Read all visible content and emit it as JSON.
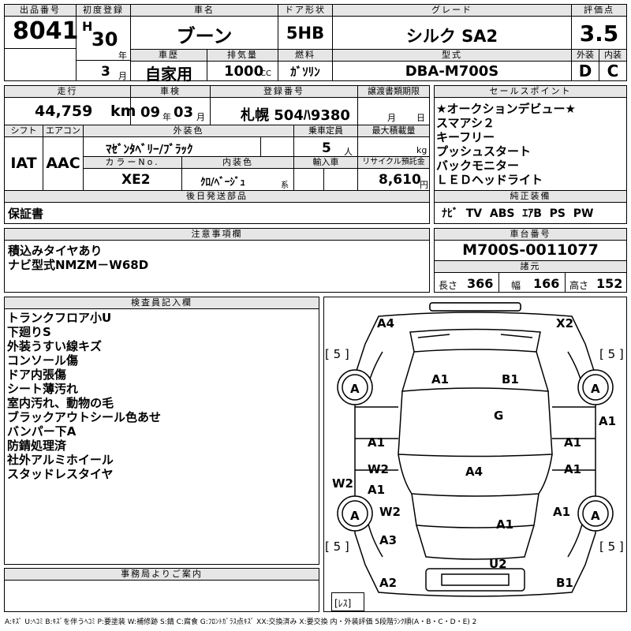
{
  "top": {
    "lot_no_label": "出品番号",
    "lot_no": "8041",
    "first_reg_label": "初度登録",
    "era": "H",
    "year": "30",
    "year_unit": "年",
    "month": "3",
    "month_unit": "月",
    "car_name_label": "車名",
    "car_name": "ブーン",
    "door_label": "ドア形状",
    "door": "5HB",
    "grade_label": "グレード",
    "grade": "シルク SA2",
    "score_label": "評価点",
    "score": "3.5",
    "history_label": "車歴",
    "history": "自家用",
    "displacement_label": "排気量",
    "displacement": "1000",
    "cc": "CC",
    "fuel_label": "燃料",
    "fuel": "ｶﾞｿﾘﾝ",
    "model_label": "型式",
    "model": "DBA-M700S",
    "ext_label": "外装",
    "int_label": "内装",
    "ext": "D",
    "int": "C"
  },
  "second": {
    "mileage_label": "走行",
    "mileage": "44,759",
    "km": "km",
    "inspection_label": "車検",
    "insp_year": "09",
    "insp_year_unit": "年",
    "insp_month": "03",
    "insp_month_unit": "月",
    "reg_no_label": "登録番号",
    "reg_no": "札幌 504ﾊ9380",
    "transfer_label": "譲渡書類期限",
    "tr_month": "月",
    "tr_day": "日",
    "shift_label": "シフト",
    "shift": "IAT",
    "ac_label": "エアコン",
    "ac": "AAC",
    "color_label": "外装色",
    "color": "ﾏｾﾞﾝﾀﾍﾞﾘｰ/ﾌﾞﾗｯｸ",
    "capacity_label": "乗車定員",
    "capacity": "5",
    "capacity_unit": "人",
    "payload_label": "最大積載量",
    "payload_unit": "kg",
    "color_no_label": "カラーNo.",
    "color_no": "XE2",
    "interior_color_label": "内装色",
    "interior_color": "ｸﾛ/ﾍﾞｰｼﾞｭ",
    "interior_unit": "系",
    "import_label": "輸入車",
    "recycle_label": "リサイクル預託金",
    "recycle": "8,610",
    "recycle_unit": "円",
    "later_label": "後日発送部品",
    "later_value": "保証書"
  },
  "sales": {
    "label": "セールスポイント",
    "items": [
      "★オークションデビュー★",
      "スマアシ２",
      "キーフリー",
      "プッシュスタート",
      "バックモニター",
      "ＬＥＤヘッドライト"
    ],
    "equip_label": "純正装備",
    "equip": "ﾅﾋﾞ  TV  ABS  ｴｱB  PS  PW"
  },
  "notes": {
    "label": "注意事項欄",
    "items": [
      "積込みタイヤあり",
      "ナビ型式NMZM－W68D"
    ]
  },
  "chassis": {
    "label": "車台番号",
    "value": "M700S-0011077",
    "spec_label": "諸元",
    "length_label": "長さ",
    "length": "366",
    "width_label": "幅",
    "width": "166",
    "height_label": "高さ",
    "height": "152"
  },
  "inspector": {
    "label": "検査員記入欄",
    "items": [
      "トランクフロア小U",
      "下廻りS",
      "外装うすい線キズ",
      "コンソール傷",
      "ドア内張傷",
      "シート薄汚れ",
      "室内汚れ、動物の毛",
      "ブラックアウトシール色あせ",
      "バンパー下A",
      "防錆処理済",
      "社外アルミホイール",
      "スタッドレスタイヤ"
    ]
  },
  "office": {
    "label": "事務局よりご案内"
  },
  "diagram": {
    "A4_top": "A4",
    "X2": "X2",
    "tire_fl": "[ 5 ]",
    "tire_fr": "[ 5 ]",
    "tire_rl": "[ 5 ]",
    "tire_rr": "[ 5 ]",
    "wheel_fl": "A",
    "wheel_fr": "A",
    "wheel_rl": "A",
    "wheel_rr": "A",
    "roof_A1": "A1",
    "roof_B1": "B1",
    "G": "G",
    "right_A1": "A1",
    "door_l1": "A1",
    "door_r1": "A1",
    "W2_l": "W2",
    "A4_mid": "A4",
    "door_r2": "A1",
    "W2_side": "W2",
    "door_l2": "A1",
    "W2_l2": "W2",
    "rear_r": "A1",
    "trunk_A1": "A1",
    "A3": "A3",
    "U2": "U2",
    "A2": "A2",
    "B1_bottom": "B1",
    "spare": "[ﾚｽ]"
  },
  "legend": "A:ｷｽﾞ  U:ﾍｺﾐ  B:ｷｽﾞを伴うﾍｺﾐ  P:要塗装  W:補修跡  S:錆  C:腐食  G:ﾌﾛﾝﾄｶﾞﾗｽ点ｷｽﾞ  XX:交換済み  X:要交換   内・外装評価  5段階ﾗﾝｸ順(A・B・C・D・E)  2"
}
